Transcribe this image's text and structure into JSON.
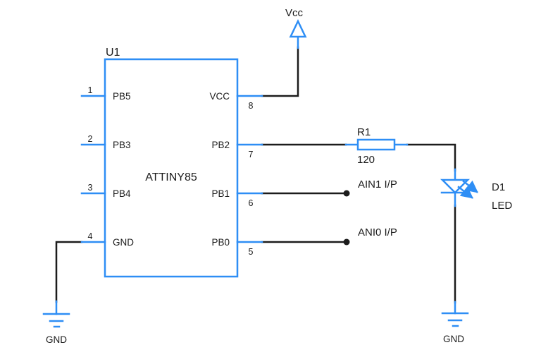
{
  "diagram": {
    "type": "circuit-schematic",
    "colors": {
      "component": "#2e8ef5",
      "wire": "#1c1c1c",
      "text": "#1c1c1c",
      "background": "#ffffff"
    },
    "ic": {
      "ref": "U1",
      "part": "ATTINY85",
      "left_pins": [
        {
          "number": "1",
          "name": "PB5"
        },
        {
          "number": "2",
          "name": "PB3"
        },
        {
          "number": "3",
          "name": "PB4"
        },
        {
          "number": "4",
          "name": "GND"
        }
      ],
      "right_pins": [
        {
          "number": "8",
          "name": "VCC"
        },
        {
          "number": "7",
          "name": "PB2"
        },
        {
          "number": "6",
          "name": "PB1"
        },
        {
          "number": "5",
          "name": "PB0"
        }
      ]
    },
    "power": {
      "vcc_label": "Vcc",
      "gnd_left_label": "GND",
      "gnd_right_label": "GND"
    },
    "resistor": {
      "ref": "R1",
      "value": "120"
    },
    "led": {
      "ref": "D1",
      "type": "LED"
    },
    "net_labels": [
      {
        "text": "AIN1 I/P"
      },
      {
        "text": "ANI0 I/P"
      }
    ]
  }
}
